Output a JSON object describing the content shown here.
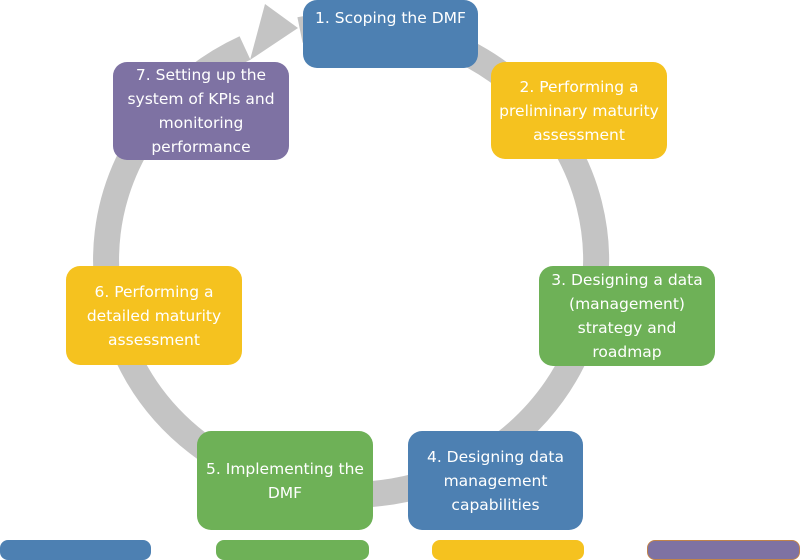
{
  "diagram": {
    "type": "cycle",
    "steps": [
      {
        "label": "1. Scoping the DMF",
        "color": "#4d80b2"
      },
      {
        "label": "2. Performing a\npreliminary maturity\nassessment",
        "color": "#f5c21f"
      },
      {
        "label": "3. Designing a data\n(management)\nstrategy and\nroadmap",
        "color": "#6eb157"
      },
      {
        "label": "4. Designing data\nmanagement\ncapabilities",
        "color": "#4d80b2"
      },
      {
        "label": "5. Implementing the\nDMF",
        "color": "#6eb157"
      },
      {
        "label": "6. Performing a\ndetailed maturity\nassessment",
        "color": "#f5c21f"
      },
      {
        "label": "7. Setting up the\nsystem of KPIs and\nmonitoring\nperformance",
        "color": "#7e72a3"
      }
    ],
    "ring_color": "#c4c4c4",
    "legend_colors": [
      "#4d80b2",
      "#6eb157",
      "#f5c21f",
      "#7e72a3"
    ]
  }
}
